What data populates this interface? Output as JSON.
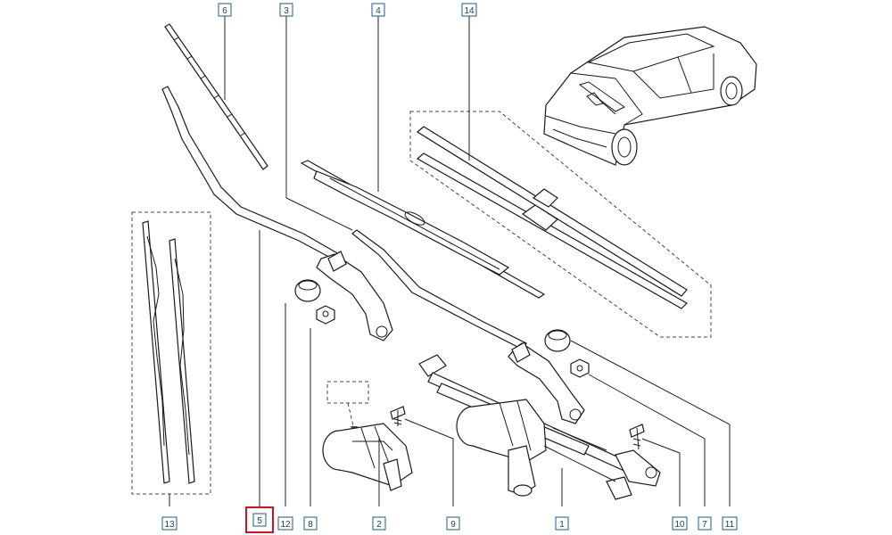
{
  "diagram": {
    "part_labels": [
      {
        "id": "p6",
        "text": "6"
      },
      {
        "id": "p3",
        "text": "3"
      },
      {
        "id": "p4",
        "text": "4"
      },
      {
        "id": "p14",
        "text": "14"
      },
      {
        "id": "p13",
        "text": "13"
      },
      {
        "id": "p5",
        "text": "5",
        "selected": true
      },
      {
        "id": "p12",
        "text": "12"
      },
      {
        "id": "p8",
        "text": "8"
      },
      {
        "id": "p2",
        "text": "2"
      },
      {
        "id": "p9",
        "text": "9"
      },
      {
        "id": "p1",
        "text": "1"
      },
      {
        "id": "p10",
        "text": "10"
      },
      {
        "id": "p7",
        "text": "7"
      },
      {
        "id": "p11",
        "text": "11"
      }
    ],
    "colors": {
      "label_border": "#1a5b8c",
      "label_text": "#1a3a5c",
      "selected_border": "#d4121c",
      "line": "#1a1a1a"
    }
  }
}
